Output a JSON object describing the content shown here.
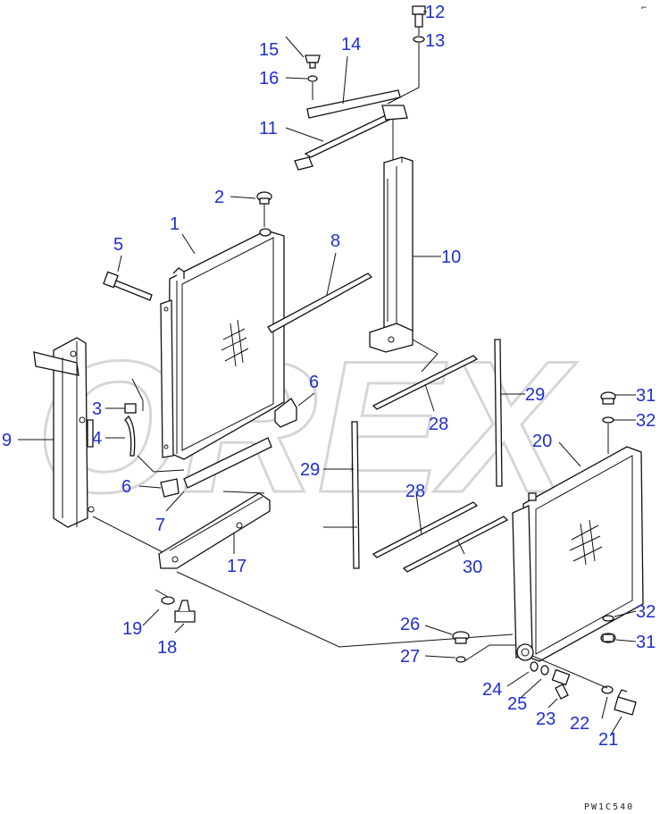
{
  "diagram": {
    "watermark": "OREX",
    "drawing_code": "PW1C540",
    "corner_mark": "⌐",
    "callouts": [
      {
        "id": "c12",
        "text": "12"
      },
      {
        "id": "c13",
        "text": "13"
      },
      {
        "id": "c14",
        "text": "14"
      },
      {
        "id": "c15",
        "text": "15"
      },
      {
        "id": "c16",
        "text": "16"
      },
      {
        "id": "c11",
        "text": "11"
      },
      {
        "id": "c2",
        "text": "2"
      },
      {
        "id": "c1",
        "text": "1"
      },
      {
        "id": "c5",
        "text": "5"
      },
      {
        "id": "c8",
        "text": "8"
      },
      {
        "id": "c10",
        "text": "10"
      },
      {
        "id": "c6a",
        "text": "6"
      },
      {
        "id": "c3",
        "text": "3"
      },
      {
        "id": "c4",
        "text": "4"
      },
      {
        "id": "c9",
        "text": "9"
      },
      {
        "id": "c6b",
        "text": "6"
      },
      {
        "id": "c7",
        "text": "7"
      },
      {
        "id": "c28a",
        "text": "28"
      },
      {
        "id": "c29a",
        "text": "29"
      },
      {
        "id": "c29b",
        "text": "29"
      },
      {
        "id": "c28b",
        "text": "28"
      },
      {
        "id": "c30",
        "text": "30"
      },
      {
        "id": "c17",
        "text": "17"
      },
      {
        "id": "c31a",
        "text": "31"
      },
      {
        "id": "c32a",
        "text": "32"
      },
      {
        "id": "c20",
        "text": "20"
      },
      {
        "id": "c32b",
        "text": "32"
      },
      {
        "id": "c31b",
        "text": "31"
      },
      {
        "id": "c19",
        "text": "19"
      },
      {
        "id": "c18",
        "text": "18"
      },
      {
        "id": "c26",
        "text": "26"
      },
      {
        "id": "c27",
        "text": "27"
      },
      {
        "id": "c24",
        "text": "24"
      },
      {
        "id": "c25",
        "text": "25"
      },
      {
        "id": "c23",
        "text": "23"
      },
      {
        "id": "c22",
        "text": "22"
      },
      {
        "id": "c21",
        "text": "21"
      }
    ]
  }
}
